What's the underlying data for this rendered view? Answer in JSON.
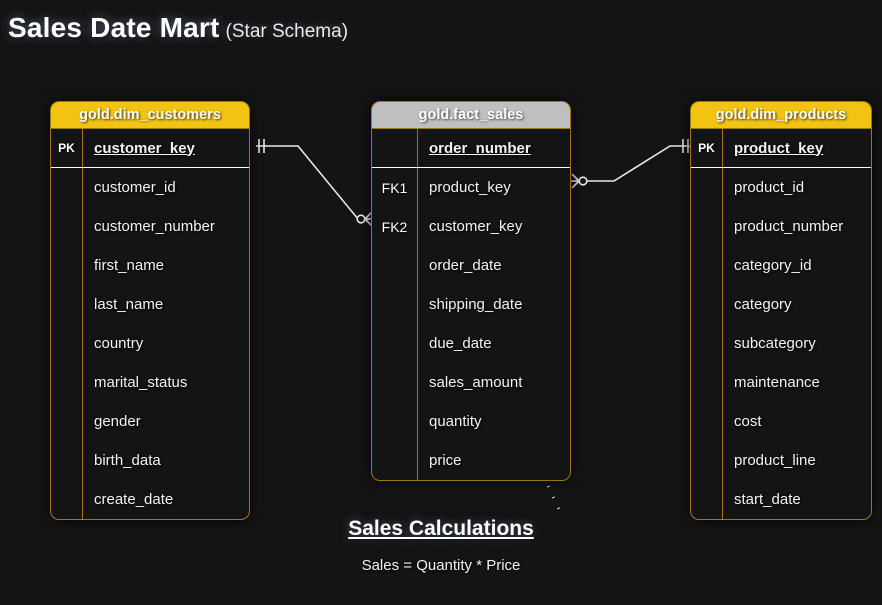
{
  "title": {
    "main": "Sales Date Mart",
    "sub": "(Star Schema)"
  },
  "entities": {
    "dim_customers": {
      "name": "gold.dim_customers",
      "header_color": "#f2c312",
      "rows": [
        {
          "key": "PK",
          "field": "customer_key"
        },
        {
          "key": "",
          "field": "customer_id"
        },
        {
          "key": "",
          "field": "customer_number"
        },
        {
          "key": "",
          "field": "first_name"
        },
        {
          "key": "",
          "field": "last_name"
        },
        {
          "key": "",
          "field": "country"
        },
        {
          "key": "",
          "field": "marital_status"
        },
        {
          "key": "",
          "field": "gender"
        },
        {
          "key": "",
          "field": "birth_data"
        },
        {
          "key": "",
          "field": "create_date"
        }
      ]
    },
    "fact_sales": {
      "name": "gold.fact_sales",
      "header_color": "#bfbfbf",
      "rows": [
        {
          "key": "",
          "field": "order_number"
        },
        {
          "key": "FK1",
          "field": "product_key"
        },
        {
          "key": "FK2",
          "field": "customer_key"
        },
        {
          "key": "",
          "field": "order_date"
        },
        {
          "key": "",
          "field": "shipping_date"
        },
        {
          "key": "",
          "field": "due_date"
        },
        {
          "key": "",
          "field": "sales_amount"
        },
        {
          "key": "",
          "field": "quantity"
        },
        {
          "key": "",
          "field": "price"
        }
      ]
    },
    "dim_products": {
      "name": "gold.dim_products",
      "header_color": "#f2c312",
      "rows": [
        {
          "key": "PK",
          "field": "product_key"
        },
        {
          "key": "",
          "field": "product_id"
        },
        {
          "key": "",
          "field": "product_number"
        },
        {
          "key": "",
          "field": "category_id"
        },
        {
          "key": "",
          "field": "category"
        },
        {
          "key": "",
          "field": "subcategory"
        },
        {
          "key": "",
          "field": "maintenance"
        },
        {
          "key": "",
          "field": "cost"
        },
        {
          "key": "",
          "field": "product_line"
        },
        {
          "key": "",
          "field": "start_date"
        }
      ]
    }
  },
  "relationships": [
    {
      "name": "customers-to-sales",
      "from": "gold.dim_customers.customer_key",
      "to": "gold.fact_sales.customer_key",
      "from_cardinality": "one-and-only-one",
      "to_cardinality": "zero-or-many"
    },
    {
      "name": "products-to-sales",
      "from": "gold.dim_products.product_key",
      "to": "gold.fact_sales.product_key",
      "from_cardinality": "one-and-only-one",
      "to_cardinality": "zero-or-many"
    }
  ],
  "calculations": {
    "title": "Sales Calculations",
    "formula": "Sales = Quantity * Price"
  }
}
